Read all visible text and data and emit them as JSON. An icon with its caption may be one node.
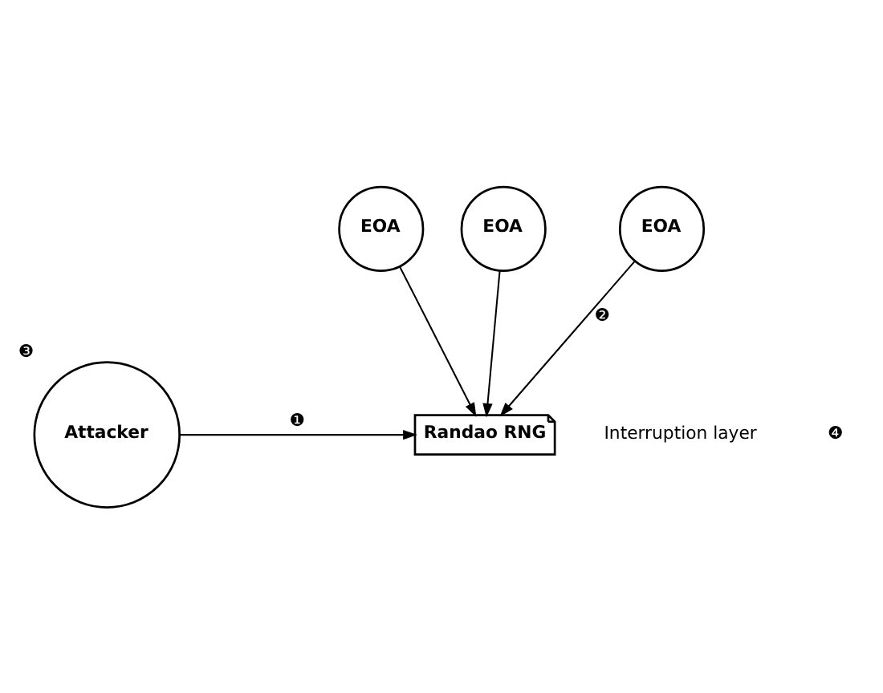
{
  "diagram": {
    "nodes": [
      {
        "text": [
          "Attacker"
        ],
        "beside": [
          "❸"
        ]
      },
      {
        "text": [
          "Randao RNG"
        ]
      },
      {
        "text": [
          "EOA"
        ]
      },
      {
        "text": [
          "EOA"
        ]
      },
      {
        "text": [
          "EOA"
        ]
      }
    ],
    "edges": [
      {
        "from": 0,
        "to": 1,
        "arrow": "to",
        "label": "❶"
      },
      {
        "from": 2,
        "to": 1,
        "arrow": "to"
      },
      {
        "from": 3,
        "to": 1,
        "arrow": "to",
        "label": "❷"
      },
      {
        "from": 4,
        "to": 1,
        "arrow": "to"
      }
    ],
    "labels": [
      "❹",
      "Interruption layer"
    ]
  }
}
